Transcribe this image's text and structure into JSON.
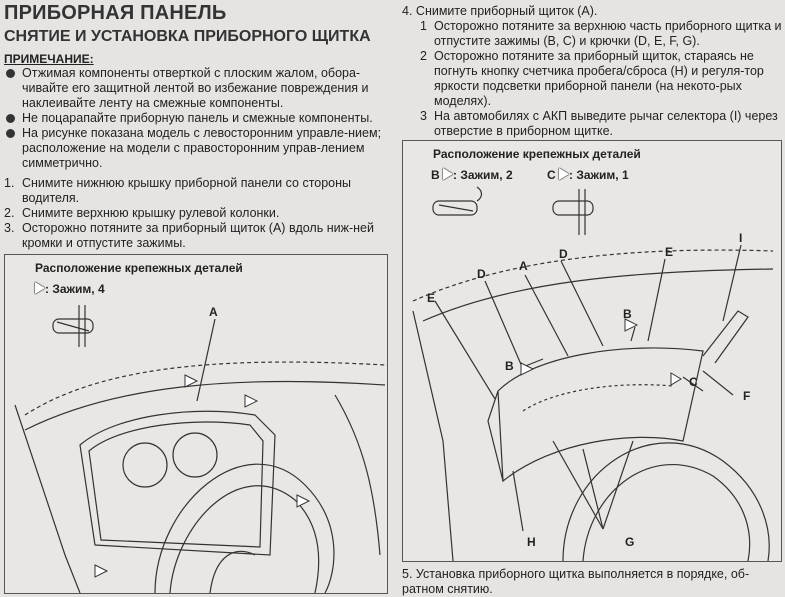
{
  "header": {
    "title": "ПРИБОРНАЯ ПАНЕЛЬ",
    "subtitle": "СНЯТИЕ И УСТАНОВКА ПРИБОРНОГО ЩИТКА"
  },
  "note": {
    "title": "ПРИМЕЧАНИЕ:",
    "items": [
      "Отжимая компоненты отверткой с плоским жалом, обора-чивайте его защитной лентой во избежание повреждения и наклеивайте ленту на смежные компоненты.",
      "Не поцарапайте приборную панель и смежные компоненты.",
      "На рисунке показана модель с левосторонним управле-нием; расположение на модели с правосторонним управ-лением симметрично."
    ]
  },
  "steps_left": [
    {
      "n": "1.",
      "text": "Снимите нижнюю крышку приборной панели со стороны водителя."
    },
    {
      "n": "2.",
      "text": "Снимите верхнюю крышку рулевой колонки."
    },
    {
      "n": "3.",
      "text": "Осторожно потяните за приборный щиток (A) вдоль ниж-ней кромки и отпустите зажимы."
    }
  ],
  "fig_left": {
    "title": "Расположение крепежных деталей",
    "legend": ": Зажим, 4",
    "labels": {
      "a": "A"
    }
  },
  "step4": {
    "n": "4.",
    "text": "Снимите приборный щиток (A).",
    "sub": [
      {
        "n": "1",
        "text": "Осторожно потяните за верхнюю часть приборного щитка и отпустите зажимы (B, C) и крючки (D, E, F, G)."
      },
      {
        "n": "2",
        "text": "Осторожно потяните за приборный щиток, стараясь не погнуть кнопку счетчика пробега/сброса (H) и регуля-тор яркости подсветки приборной панели (на некото-рых моделях)."
      },
      {
        "n": "3",
        "text": "На автомобилях с АКП выведите рычаг селектора (I) через отверстие в приборном щитке."
      }
    ]
  },
  "fig_right": {
    "title": "Расположение крепежных деталей",
    "legend_b": "B",
    "legend_b_text": ": Зажим, 2",
    "legend_c": "C",
    "legend_c_text": ": Зажим, 1",
    "labels": {
      "a": "A",
      "b1": "B",
      "b2": "B",
      "c": "C",
      "d1": "D",
      "d2": "D",
      "e1": "E",
      "e2": "E",
      "f": "F",
      "g": "G",
      "h": "H",
      "i": "I"
    }
  },
  "step5": {
    "n": "5.",
    "text": "Установка приборного щитка выполняется в порядке, об-ратном снятию."
  },
  "colors": {
    "paper": "#e6e4e2",
    "ink": "#222222"
  }
}
